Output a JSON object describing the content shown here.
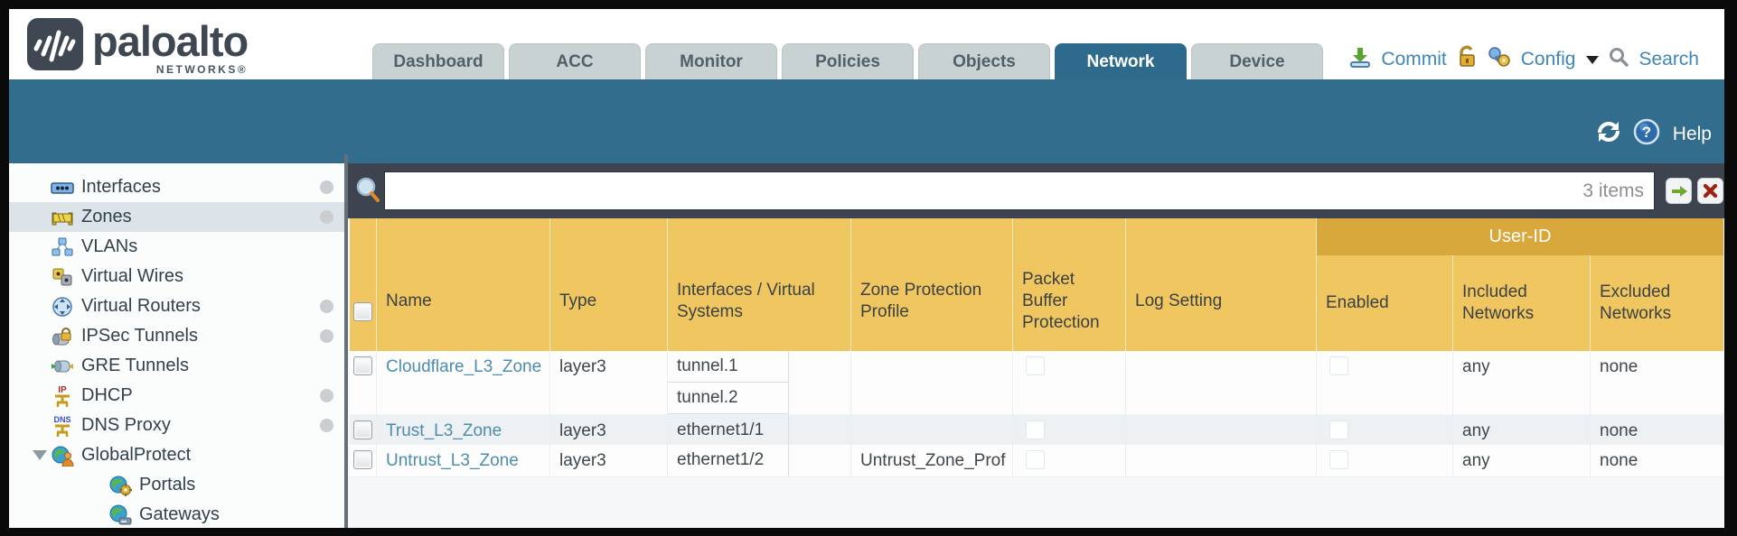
{
  "brand": {
    "name": "paloalto",
    "sub": "NETWORKS®"
  },
  "tabs": {
    "items": [
      "Dashboard",
      "ACC",
      "Monitor",
      "Policies",
      "Objects",
      "Network",
      "Device"
    ],
    "active": "Network"
  },
  "header_actions": {
    "commit": "Commit",
    "config": "Config",
    "search": "Search"
  },
  "toolbar": {
    "help": "Help"
  },
  "sidebar": {
    "items": [
      {
        "label": "Interfaces",
        "icon": "interfaces-icon",
        "has_dot": true,
        "selected": false
      },
      {
        "label": "Zones",
        "icon": "zones-icon",
        "has_dot": true,
        "selected": true
      },
      {
        "label": "VLANs",
        "icon": "vlans-icon",
        "has_dot": false,
        "selected": false
      },
      {
        "label": "Virtual Wires",
        "icon": "virtual-wires-icon",
        "has_dot": false,
        "selected": false
      },
      {
        "label": "Virtual Routers",
        "icon": "virtual-routers-icon",
        "has_dot": true,
        "selected": false
      },
      {
        "label": "IPSec Tunnels",
        "icon": "ipsec-tunnels-icon",
        "has_dot": true,
        "selected": false
      },
      {
        "label": "GRE Tunnels",
        "icon": "gre-tunnels-icon",
        "has_dot": false,
        "selected": false
      },
      {
        "label": "DHCP",
        "icon": "dhcp-icon",
        "has_dot": true,
        "selected": false
      },
      {
        "label": "DNS Proxy",
        "icon": "dns-proxy-icon",
        "has_dot": true,
        "selected": false
      },
      {
        "label": "GlobalProtect",
        "icon": "globalprotect-icon",
        "has_dot": false,
        "selected": false,
        "expanded": true
      },
      {
        "label": "Portals",
        "icon": "portals-icon",
        "has_dot": false,
        "selected": false,
        "child": true
      },
      {
        "label": "Gateways",
        "icon": "gateways-icon",
        "has_dot": false,
        "selected": false,
        "child": true
      }
    ]
  },
  "filter": {
    "value": "",
    "count": "3 items"
  },
  "table": {
    "group_header": "User-ID",
    "columns": [
      "Name",
      "Type",
      "Interfaces / Virtual Systems",
      "Zone Protection Profile",
      "Packet Buffer Protection",
      "Log Setting",
      "Enabled",
      "Included Networks",
      "Excluded Networks"
    ],
    "rows": [
      {
        "name": "Cloudflare_L3_Zone",
        "type": "layer3",
        "interfaces": [
          "tunnel.1",
          "tunnel.2"
        ],
        "zone_protection_profile": "",
        "log_setting": "",
        "included_networks": "any",
        "excluded_networks": "none"
      },
      {
        "name": "Trust_L3_Zone",
        "type": "layer3",
        "interfaces": [
          "ethernet1/1"
        ],
        "zone_protection_profile": "",
        "log_setting": "",
        "included_networks": "any",
        "excluded_networks": "none"
      },
      {
        "name": "Untrust_L3_Zone",
        "type": "layer3",
        "interfaces": [
          "ethernet1/2"
        ],
        "zone_protection_profile": "Untrust_Zone_Prof",
        "log_setting": "",
        "included_networks": "any",
        "excluded_networks": "none"
      }
    ]
  },
  "colors": {
    "teal_band": "#336d8e",
    "dark_band": "#3d4450",
    "header_gold": "#efc65f",
    "userid_gold": "#d8a83c",
    "link_blue": "#4d8dad",
    "action_blue": "#3f86bb"
  }
}
